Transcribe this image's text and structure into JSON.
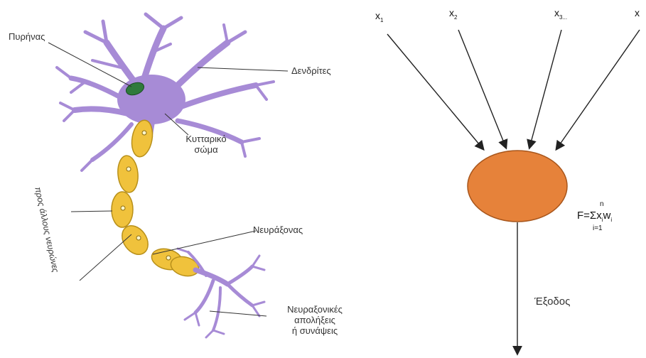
{
  "neuron_labels": {
    "nucleus": "Πυρήνας",
    "dendrites": "Δενδρίτες",
    "cell_body_line1": "Κυτταρικό",
    "cell_body_line2": "σώμα",
    "axon": "Νευράξονας",
    "terminals_line1": "Νευραξονικές",
    "terminals_line2": "απολήξεις",
    "terminals_line3": "ή συνάψεις",
    "myelin": "προς άλλους νευρώνες"
  },
  "perceptron": {
    "inputs": [
      {
        "base": "x",
        "sub": "1"
      },
      {
        "base": "x",
        "sub": "2"
      },
      {
        "base": "x",
        "sub": "3..."
      },
      {
        "base": "x",
        "sub": ""
      }
    ],
    "formula_upper": "n",
    "formula_main": "F=Σx",
    "formula_sub_i": "i",
    "formula_w": "w",
    "formula_sub_i2": "i",
    "formula_lower": "i=1",
    "output_label": "Έξοδος"
  },
  "colors": {
    "dendrite_purple": "#a78bd6",
    "axon_yellow": "#f0c23c",
    "nucleus_green": "#2f7a3c",
    "node_orange": "#e6823a",
    "line": "#222222"
  }
}
